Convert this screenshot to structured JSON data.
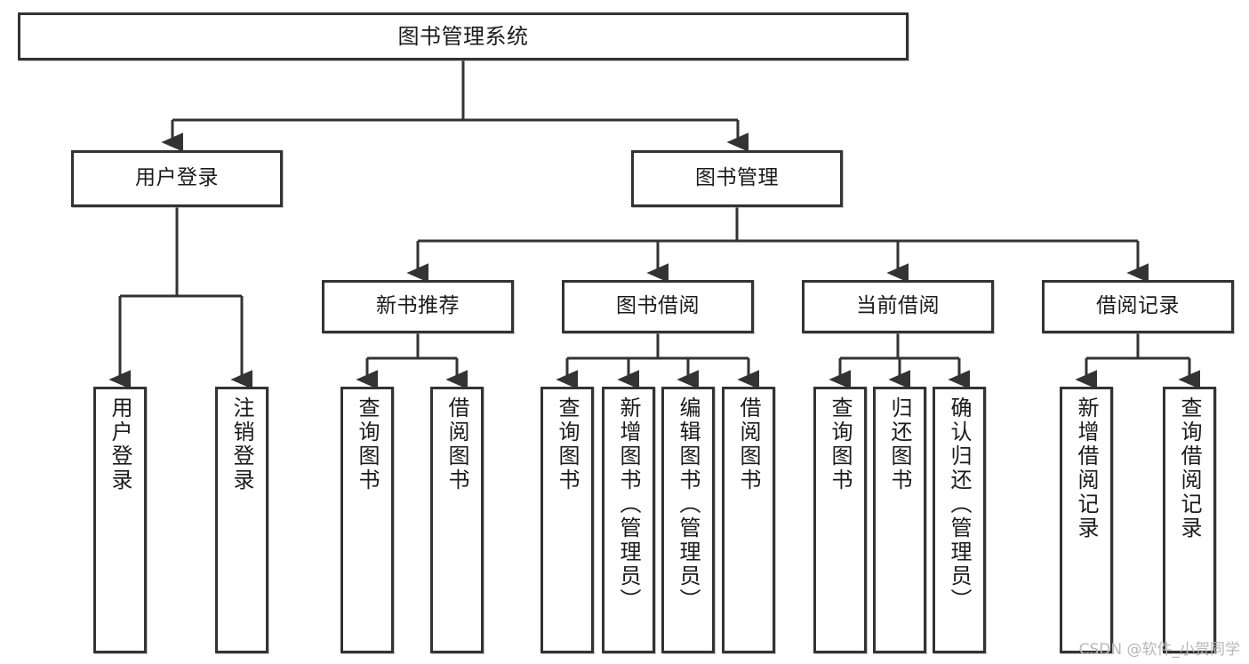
{
  "diagram": {
    "title": "图书管理系统",
    "type": "tree-hierarchy-diagram",
    "colors": {
      "stroke": "#333333",
      "text": "#1b1b1b",
      "background": "#ffffff",
      "watermark": "#b8b8b8"
    },
    "root": {
      "label": "图书管理系统"
    },
    "level2": [
      {
        "label": "用户登录"
      },
      {
        "label": "图书管理"
      }
    ],
    "level3": [
      {
        "label": "新书推荐"
      },
      {
        "label": "图书借阅"
      },
      {
        "label": "当前借阅"
      },
      {
        "label": "借阅记录"
      }
    ],
    "leaves": {
      "user_login": [
        {
          "label": "用户登录"
        },
        {
          "label": "注销登录"
        }
      ],
      "new_book_recommend": [
        {
          "label": "查询图书"
        },
        {
          "label": "借阅图书"
        }
      ],
      "book_borrow": [
        {
          "label": "查询图书"
        },
        {
          "label": "新增图书（管理员）"
        },
        {
          "label": "编辑图书（管理员）"
        },
        {
          "label": "借阅图书"
        }
      ],
      "current_borrow": [
        {
          "label": "查询图书"
        },
        {
          "label": "归还图书"
        },
        {
          "label": "确认归还（管理员）"
        }
      ],
      "borrow_record": [
        {
          "label": "新增借阅记录"
        },
        {
          "label": "查询借阅记录"
        }
      ]
    },
    "watermark": "CSDN @软件_小贺同学"
  }
}
